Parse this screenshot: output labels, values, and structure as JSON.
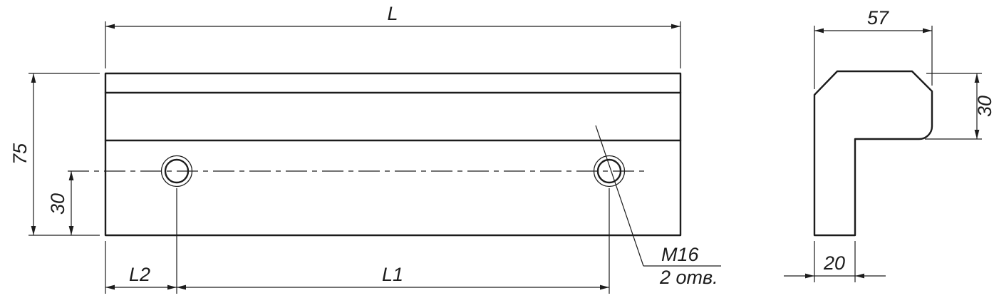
{
  "drawing": {
    "colors": {
      "line": "#1c1c1c",
      "background": "#ffffff"
    },
    "front_view": {
      "dims": {
        "overall_length": "L",
        "overall_height": "75",
        "hole_offset_height": "30",
        "edge_to_hole": "L2",
        "hole_spacing": "L1"
      },
      "hole_callout": {
        "thread": "M16",
        "count": "2 отв."
      }
    },
    "side_view": {
      "dims": {
        "overall_width": "57",
        "flange_thickness": "30",
        "leg_thickness": "20"
      }
    }
  }
}
